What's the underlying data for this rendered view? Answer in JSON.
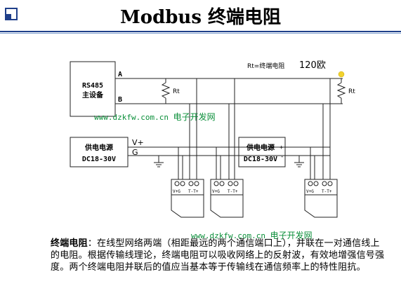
{
  "title": "Modbus 终端电阻",
  "labels": {
    "rs485_line1": "RS485",
    "rs485_line2": "主设备",
    "line_a": "A",
    "line_b": "B",
    "rt_formula": "Rt=终端电阻",
    "rt_value": "120欧",
    "rt_left": "Rt",
    "rt_right": "Rt",
    "vplus": "V+",
    "gnd": "G",
    "psu1_line1": "供电电源",
    "psu1_line2": "DC18-30V",
    "psu2_line1": "供电电源",
    "psu2_line2": "DC18-30V",
    "plus_sign": "+",
    "minus_sign": "-",
    "term_left": "V+G",
    "term_right": "T-T+"
  },
  "watermark": {
    "url": "www.dzkfw.com.cn",
    "site": "电子开发网"
  },
  "caption": {
    "lead": "终端电阻",
    "text": "：在线型网络两端（相距最远的两个通信端口上），并联在一对通信线上的电阻。根据传输线理论，终端电阻可以吸收网络上的反射波，有效地增强信号强度。两个终端电阻并联后的值应当基本等于传输线在通信频率上的特性阻抗。"
  },
  "colors": {
    "title_rule": "#1f3f8a",
    "watermark": "#0b8f3a",
    "highlight_dot": "#f2d22e"
  }
}
